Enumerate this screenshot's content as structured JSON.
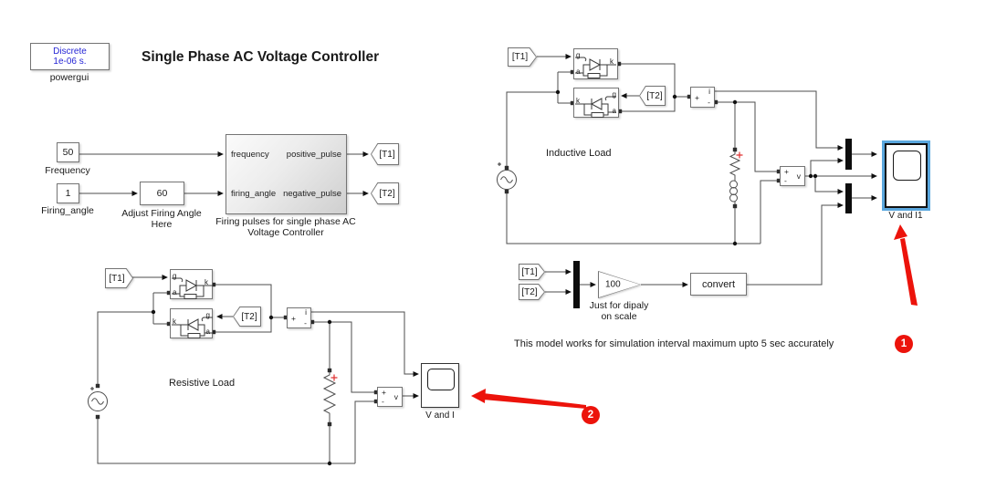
{
  "window": {
    "title": "Single Phase AC Voltage Controller"
  },
  "powergui": {
    "line1": "Discrete",
    "line2": "1e-06 s.",
    "caption": "powergui"
  },
  "controller": {
    "frequency_value": "50",
    "frequency_caption": "Frequency",
    "firing_value": "1",
    "firing_caption": "Firing_angle",
    "adjust_value": "60",
    "adjust_caption_line1": "Adjust Firing Angle",
    "adjust_caption_line2": "Here",
    "port_in1": "frequency",
    "port_in2": "firing_angle",
    "port_out1": "positive_pulse",
    "port_out2": "negative_pulse",
    "caption_line1": "Firing pulses for single phase AC",
    "caption_line2": "Voltage Controller"
  },
  "tags": {
    "t1": "[T1]",
    "t2": "[T2]"
  },
  "symbols": {
    "gate": "g",
    "anode": "a",
    "cathode": "k",
    "plus": "+",
    "minus": "-",
    "current": "i",
    "voltage": "v"
  },
  "inductive": {
    "caption": "Inductive Load",
    "scope_caption": "V and I1"
  },
  "resistive": {
    "caption": "Resistive Load",
    "scope_caption": "V and I"
  },
  "display": {
    "gain_value": "100",
    "gain_caption_line1": "Just for dipaly",
    "gain_caption_line2": "on scale",
    "convert_label": "convert"
  },
  "note": "This model works for simulation interval maximum upto 5 sec accurately",
  "annotations": {
    "badge1": "1",
    "badge2": "2"
  },
  "colors": {
    "selection_blue": "#5aa7de",
    "annotation_red": "#ec130b",
    "powergui_blue": "#2525d5",
    "wire": "#4d4d4d"
  }
}
